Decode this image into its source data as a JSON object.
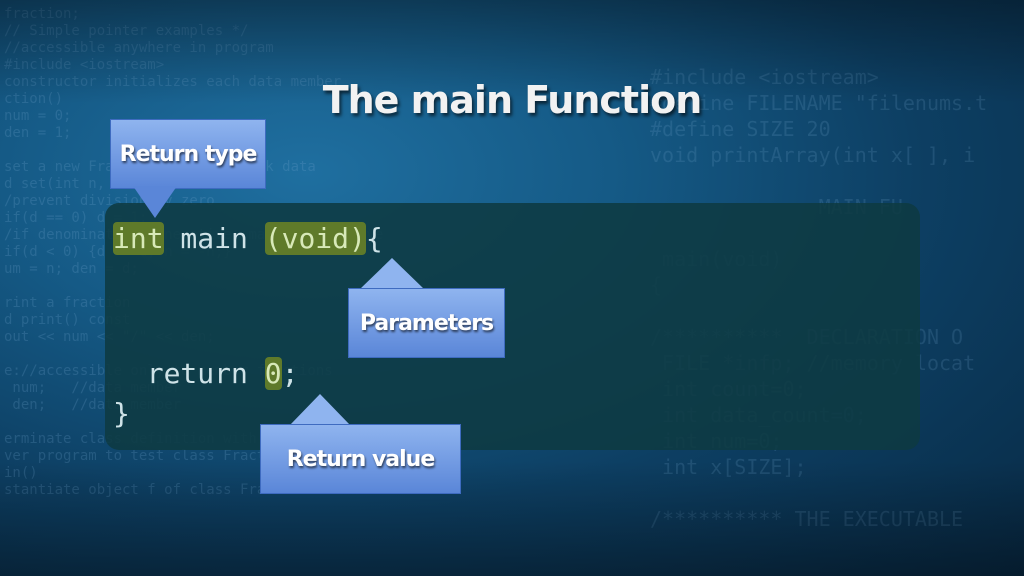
{
  "slide": {
    "title": "The main Function"
  },
  "code": {
    "line1": {
      "return_type": "int",
      "name": " main ",
      "params": "(void)",
      "brace_open": "{"
    },
    "line2": {
      "indent": "  ",
      "keyword": "return ",
      "value": "0",
      "semicolon": ";"
    },
    "brace_close": "}"
  },
  "callouts": {
    "return_type": "Return type",
    "parameters": "Parameters",
    "return_value": "Return value"
  },
  "colors": {
    "highlight": "#5f7a2a",
    "callout_top": "#8fb4ef",
    "callout_bottom": "#5a86d8",
    "panel": "#0e3a42"
  }
}
